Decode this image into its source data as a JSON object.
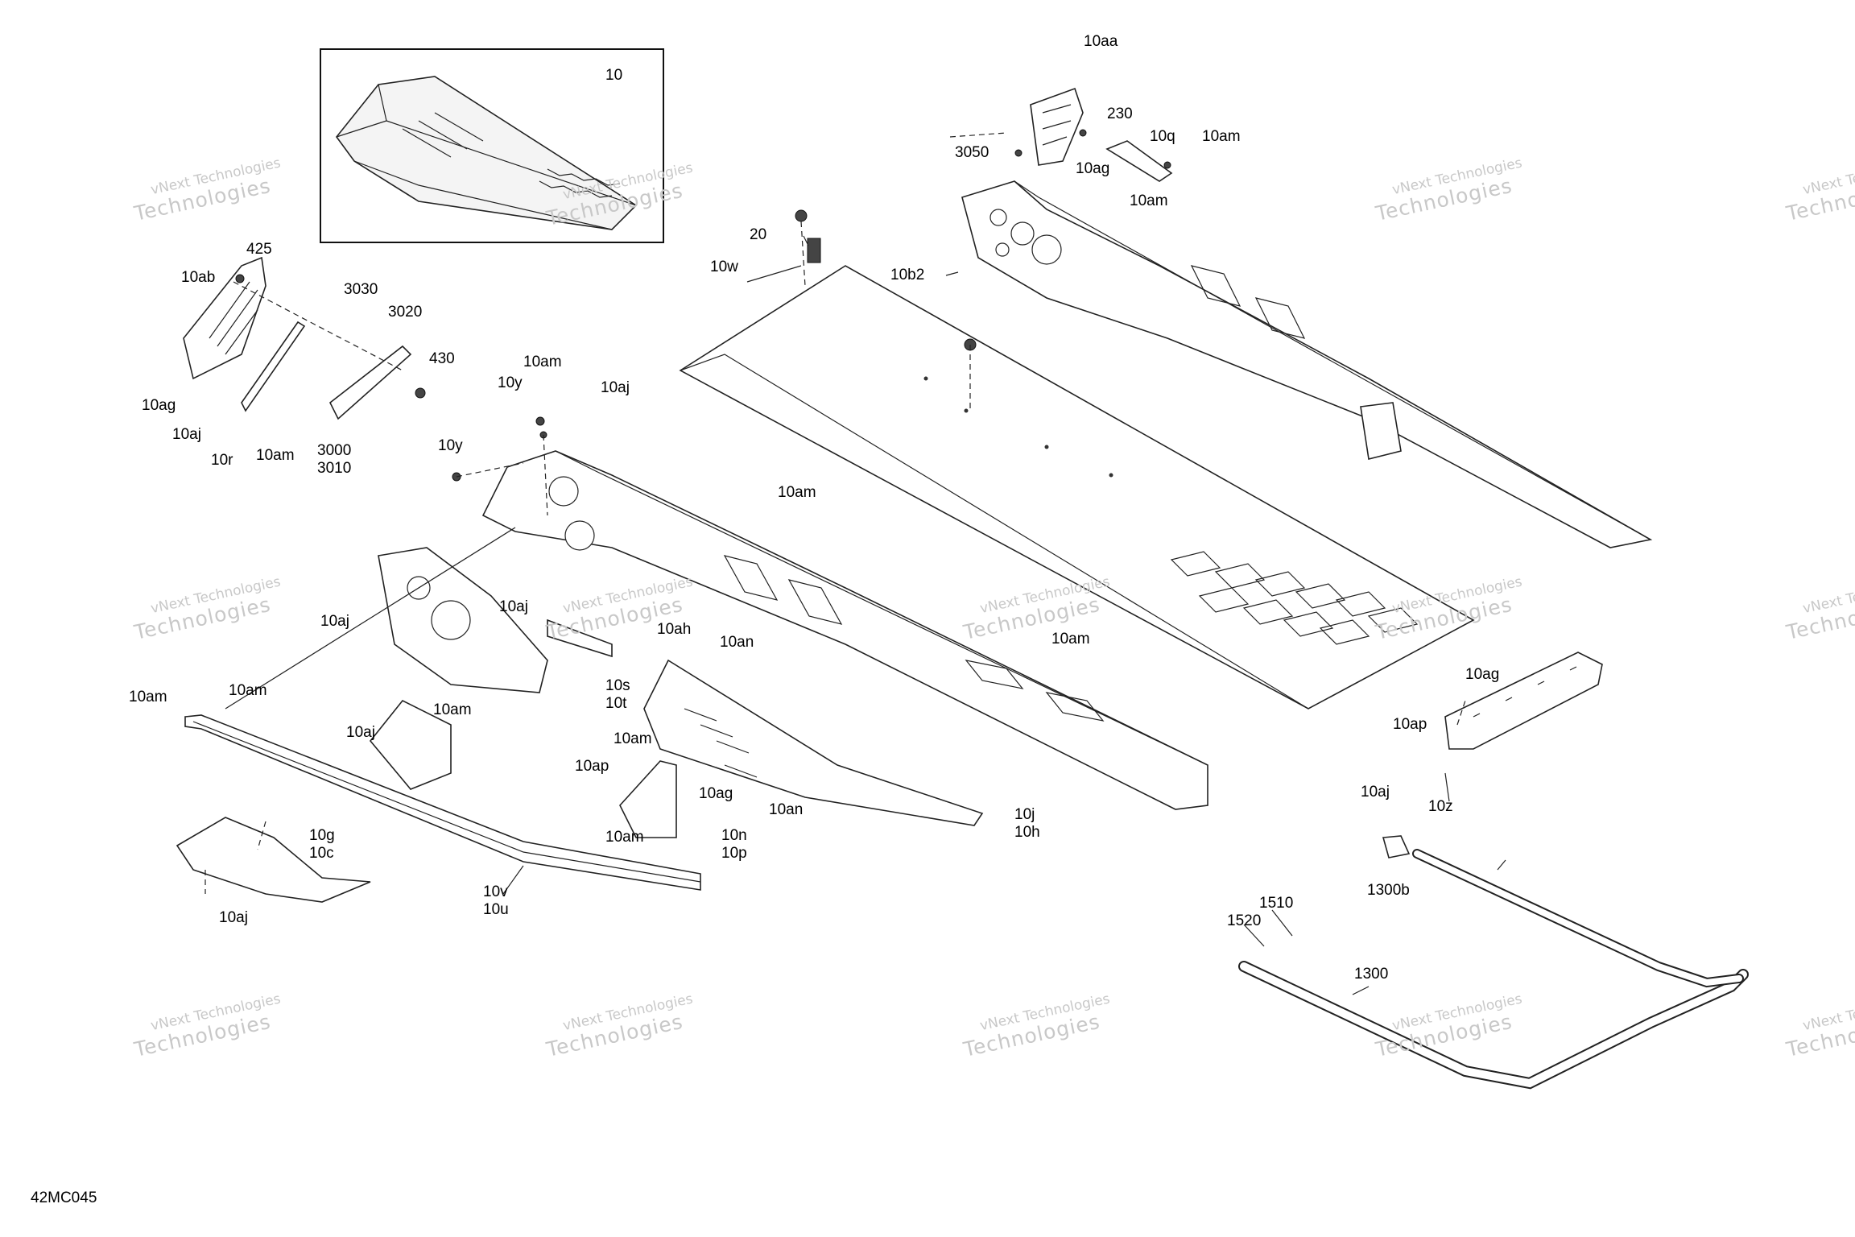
{
  "diagram_id": "42MC045",
  "inset": {
    "label": "10"
  },
  "watermark": {
    "line1": "vNext Technologies",
    "line2": "Technologies"
  },
  "labels": {
    "l_10aa": "10aa",
    "l_230": "230",
    "l_10q": "10q",
    "l_10am_tr": "10am",
    "l_3050": "3050",
    "l_10ag_tr": "10ag",
    "l_10am_tr2": "10am",
    "l_10b2": "10b2",
    "l_20": "20",
    "l_10w": "10w",
    "l_425": "425",
    "l_10ab": "10ab",
    "l_3030": "3030",
    "l_3020": "3020",
    "l_430": "430",
    "l_10ag_l": "10ag",
    "l_10aj_l": "10aj",
    "l_10r": "10r",
    "l_10am_l": "10am",
    "l_3000": "3000",
    "l_3010": "3010",
    "l_10am_c": "10am",
    "l_10y_a": "10y",
    "l_10aj_c": "10aj",
    "l_10y_b": "10y",
    "l_10am_c2": "10am",
    "l_10aj_m1": "10aj",
    "l_10aj_m2": "10aj",
    "l_10ah": "10ah",
    "l_10an_a": "10an",
    "l_10s": "10s",
    "l_10t": "10t",
    "l_10am_m": "10am",
    "l_10am_r": "10am",
    "l_10am_bl": "10am",
    "l_10am_bl2": "10am",
    "l_10aj_bl": "10aj",
    "l_10am_m2": "10am",
    "l_10ap_m": "10ap",
    "l_10ag_m": "10ag",
    "l_10an_b": "10an",
    "l_10j": "10j",
    "l_10h": "10h",
    "l_10n": "10n",
    "l_10p": "10p",
    "l_10am_m3": "10am",
    "l_10g": "10g",
    "l_10c": "10c",
    "l_10aj_b": "10aj",
    "l_10v": "10v",
    "l_10u": "10u",
    "l_10ag_r": "10ag",
    "l_10ap_r": "10ap",
    "l_10aj_r": "10aj",
    "l_10z": "10z",
    "l_1300b": "1300b",
    "l_1510": "1510",
    "l_1520": "1520",
    "l_1300": "1300"
  }
}
